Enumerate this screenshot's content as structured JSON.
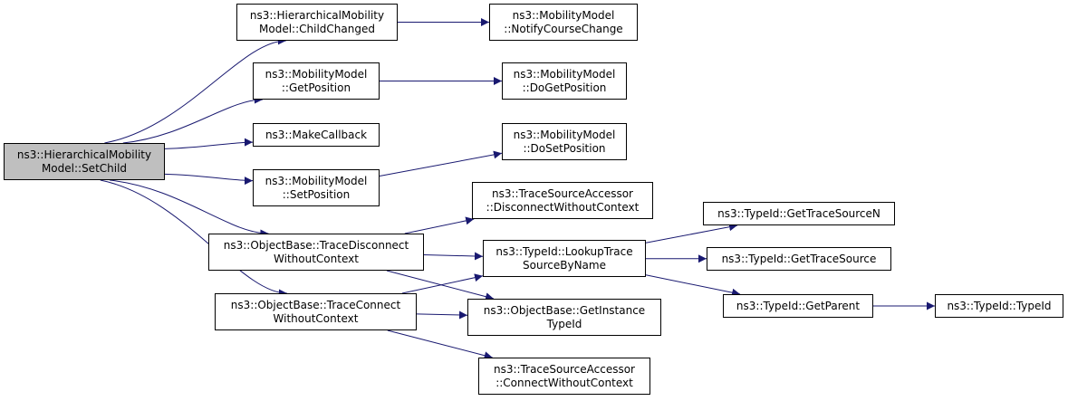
{
  "colors": {
    "edge": "#191970",
    "root_fill": "#bfbfbf",
    "node_fill": "#ffffff",
    "border": "#000000"
  },
  "nodes": {
    "root": {
      "line1": "ns3::HierarchicalMobility",
      "line2": "Model::SetChild"
    },
    "childchanged": {
      "line1": "ns3::HierarchicalMobility",
      "line2": "Model::ChildChanged"
    },
    "notifycoursechange": {
      "line1": "ns3::MobilityModel",
      "line2": "::NotifyCourseChange"
    },
    "getposition": {
      "line1": "ns3::MobilityModel",
      "line2": "::GetPosition"
    },
    "dogetposition": {
      "line1": "ns3::MobilityModel",
      "line2": "::DoGetPosition"
    },
    "makecallback": {
      "line1": "ns3::MakeCallback"
    },
    "dosetposition": {
      "line1": "ns3::MobilityModel",
      "line2": "::DoSetPosition"
    },
    "setposition": {
      "line1": "ns3::MobilityModel",
      "line2": "::SetPosition"
    },
    "disconnectwithoutcontext": {
      "line1": "ns3::TraceSourceAccessor",
      "line2": "::DisconnectWithoutContext"
    },
    "tracedisconnect": {
      "line1": "ns3::ObjectBase::TraceDisconnect",
      "line2": "WithoutContext"
    },
    "lookuptrace": {
      "line1": "ns3::TypeId::LookupTrace",
      "line2": "SourceByName"
    },
    "gettracesourcen": {
      "line1": "ns3::TypeId::GetTraceSourceN"
    },
    "gettracesource": {
      "line1": "ns3::TypeId::GetTraceSource"
    },
    "getparent": {
      "line1": "ns3::TypeId::GetParent"
    },
    "typeid": {
      "line1": "ns3::TypeId::TypeId"
    },
    "traceconnect": {
      "line1": "ns3::ObjectBase::TraceConnect",
      "line2": "WithoutContext"
    },
    "getinstancetypeid": {
      "line1": "ns3::ObjectBase::GetInstance",
      "line2": "TypeId"
    },
    "connectwithoutcontext": {
      "line1": "ns3::TraceSourceAccessor",
      "line2": "::ConnectWithoutContext"
    }
  },
  "edges": [
    [
      "root",
      "childchanged"
    ],
    [
      "root",
      "getposition"
    ],
    [
      "root",
      "makecallback"
    ],
    [
      "root",
      "setposition"
    ],
    [
      "root",
      "tracedisconnect"
    ],
    [
      "root",
      "traceconnect"
    ],
    [
      "childchanged",
      "notifycoursechange"
    ],
    [
      "getposition",
      "dogetposition"
    ],
    [
      "setposition",
      "dosetposition"
    ],
    [
      "tracedisconnect",
      "disconnectwithoutcontext"
    ],
    [
      "tracedisconnect",
      "lookuptrace"
    ],
    [
      "tracedisconnect",
      "getinstancetypeid"
    ],
    [
      "traceconnect",
      "lookuptrace"
    ],
    [
      "traceconnect",
      "getinstancetypeid"
    ],
    [
      "traceconnect",
      "connectwithoutcontext"
    ],
    [
      "lookuptrace",
      "gettracesourcen"
    ],
    [
      "lookuptrace",
      "gettracesource"
    ],
    [
      "lookuptrace",
      "getparent"
    ],
    [
      "getparent",
      "typeid"
    ]
  ]
}
